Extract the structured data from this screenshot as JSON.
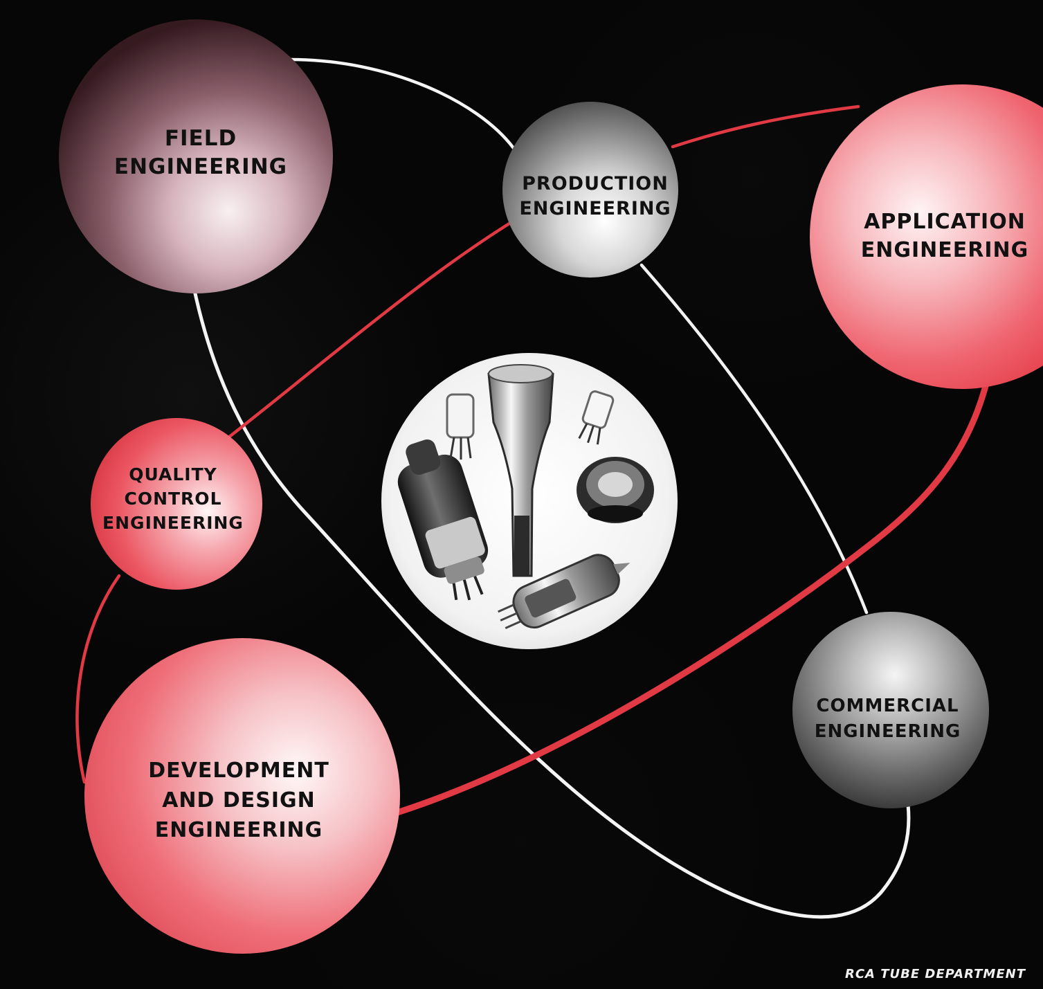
{
  "nodes": {
    "field": "FIELD\nENGINEERING",
    "production": "PRODUCTION\nENGINEERING",
    "application": "APPLICATION\nENGINEERING",
    "quality": "QUALITY\nCONTROL\nENGINEERING",
    "commercial": "COMMERCIAL\nENGINEERING",
    "development": "DEVELOPMENT\nAND DESIGN\nENGINEERING"
  },
  "footer": "RCA TUBE DEPARTMENT",
  "colors": {
    "background": "#060606",
    "accent_red": "#e13a44",
    "white_path": "#f5f5f5",
    "gray_sphere": "#8c8c8c"
  }
}
